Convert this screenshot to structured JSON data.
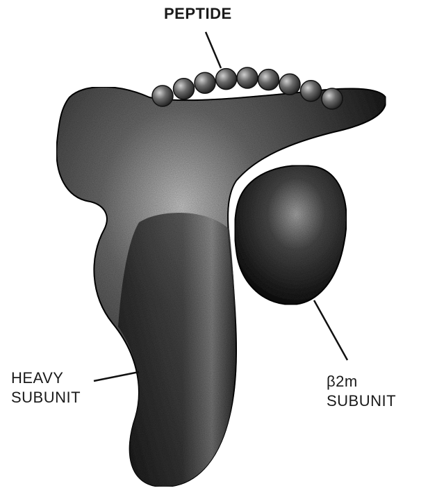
{
  "labels": {
    "peptide": "PEPTIDE",
    "heavy_line1": "HEAVY",
    "heavy_line2": "SUBUNIT",
    "b2m_line1": "β2m",
    "b2m_line2": "SUBUNIT"
  },
  "colors": {
    "background": "#ffffff",
    "body_dark": "#1c1c1c",
    "body_mid": "#4a4a4a",
    "highlight": "#b8b8b8",
    "bead": "#5a5a5a",
    "line": "#111111"
  },
  "peptide_bead_count": 9
}
